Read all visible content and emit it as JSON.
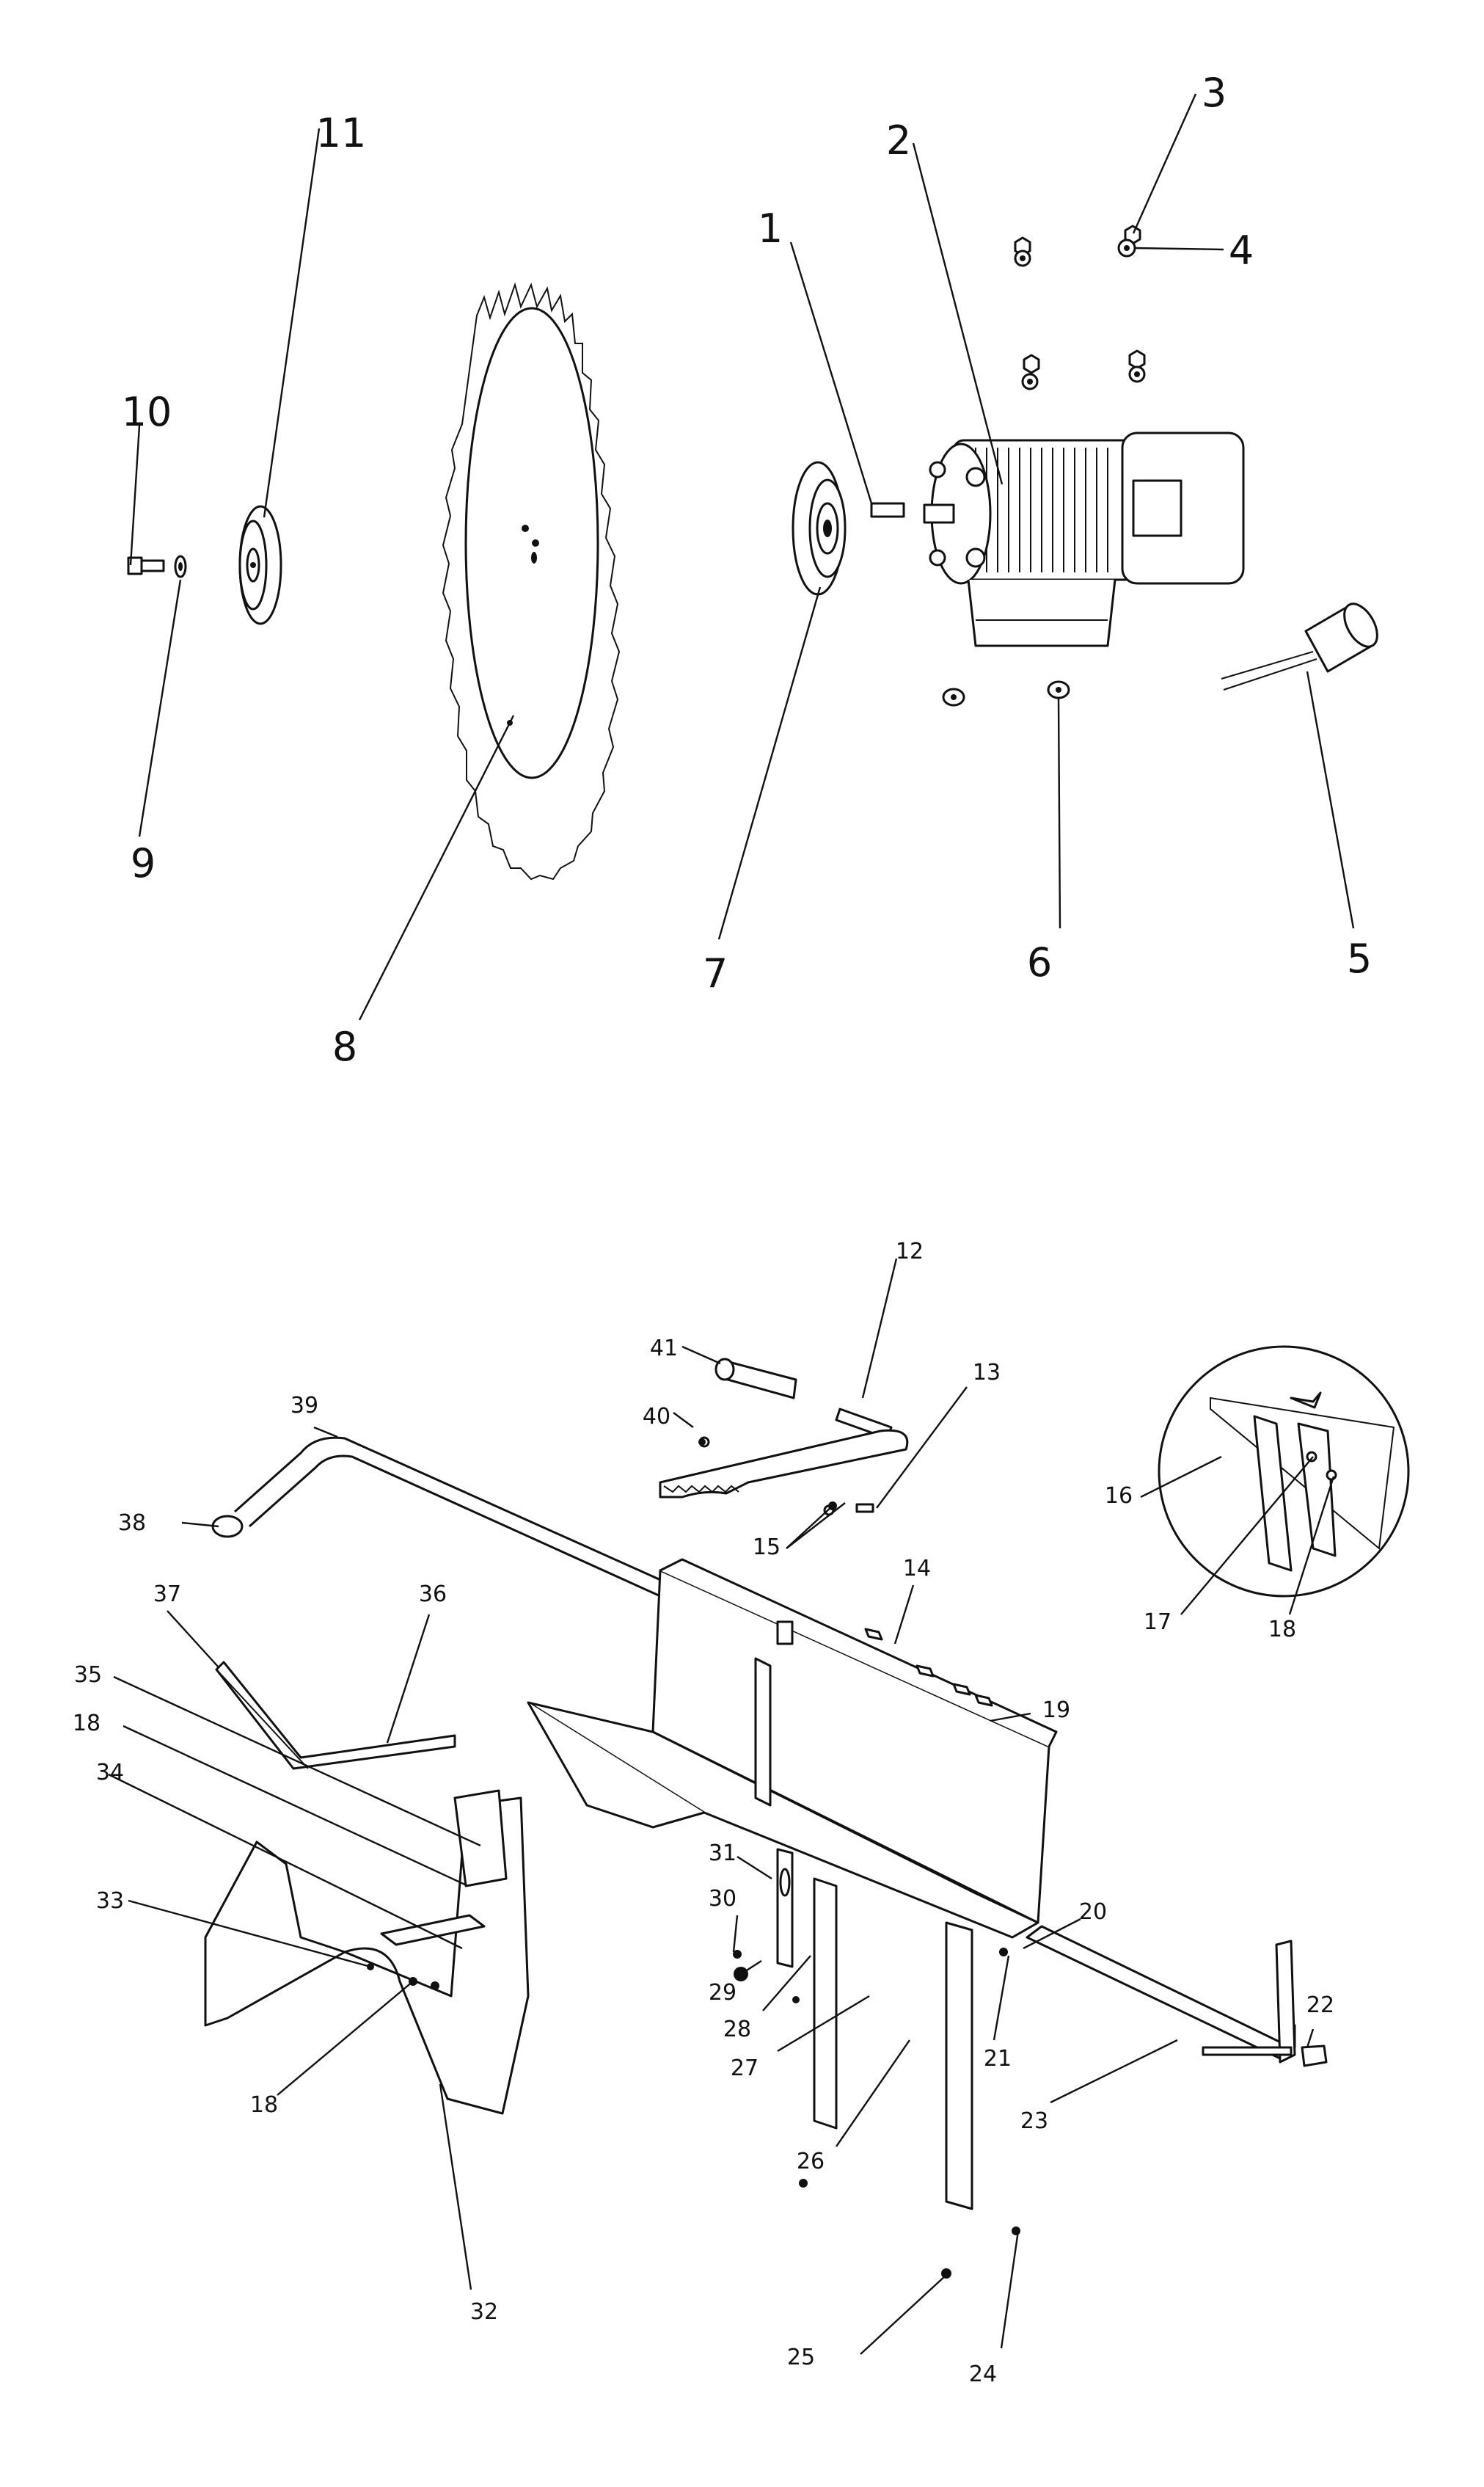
{
  "diagram": {
    "top_callouts": [
      "1",
      "2",
      "3",
      "4",
      "5",
      "6",
      "7",
      "8",
      "9",
      "10",
      "11"
    ],
    "bottom_callouts": [
      "12",
      "13",
      "14",
      "15",
      "16",
      "17",
      "18",
      "19",
      "20",
      "21",
      "22",
      "23",
      "24",
      "25",
      "26",
      "27",
      "28",
      "29",
      "30",
      "31",
      "32",
      "33",
      "34",
      "35",
      "36",
      "37",
      "38",
      "39",
      "40",
      "41"
    ],
    "repeated_callouts": {
      "18_b": "18",
      "18_c": "18"
    }
  }
}
